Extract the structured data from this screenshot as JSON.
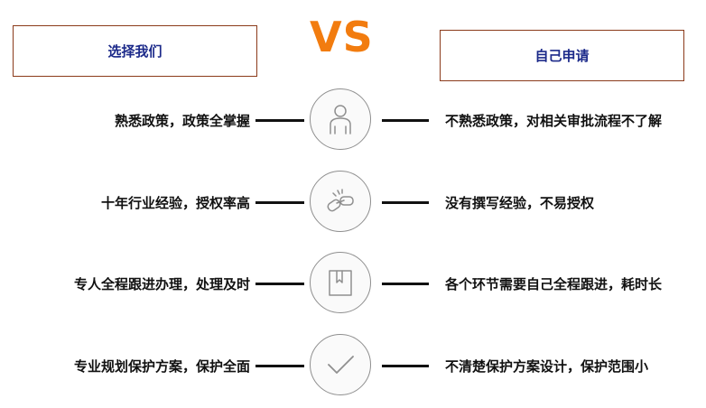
{
  "header": {
    "left_label": "选择我们",
    "vs_label": "VS",
    "right_label": "自己申请"
  },
  "rows": [
    {
      "left": "熟悉政策，政策全掌握",
      "icon": "person-icon",
      "right": "不熟悉政策，对相关审批流程不了解"
    },
    {
      "left": "十年行业经验，授权率高",
      "icon": "link-icon",
      "right": "没有撰写经验，不易授权"
    },
    {
      "left": "专人全程跟进办理，处理及时",
      "icon": "box-icon",
      "right": "各个环节需要自己全程跟进，耗时长"
    },
    {
      "left": "专业规划保护方案，保护全面",
      "icon": "check-icon",
      "right": "不清楚保护方案设计，保护范围小"
    }
  ],
  "colors": {
    "vs": "#f27c0f",
    "box_border": "#8b3a1a",
    "box_text": "#1c2a8a"
  }
}
